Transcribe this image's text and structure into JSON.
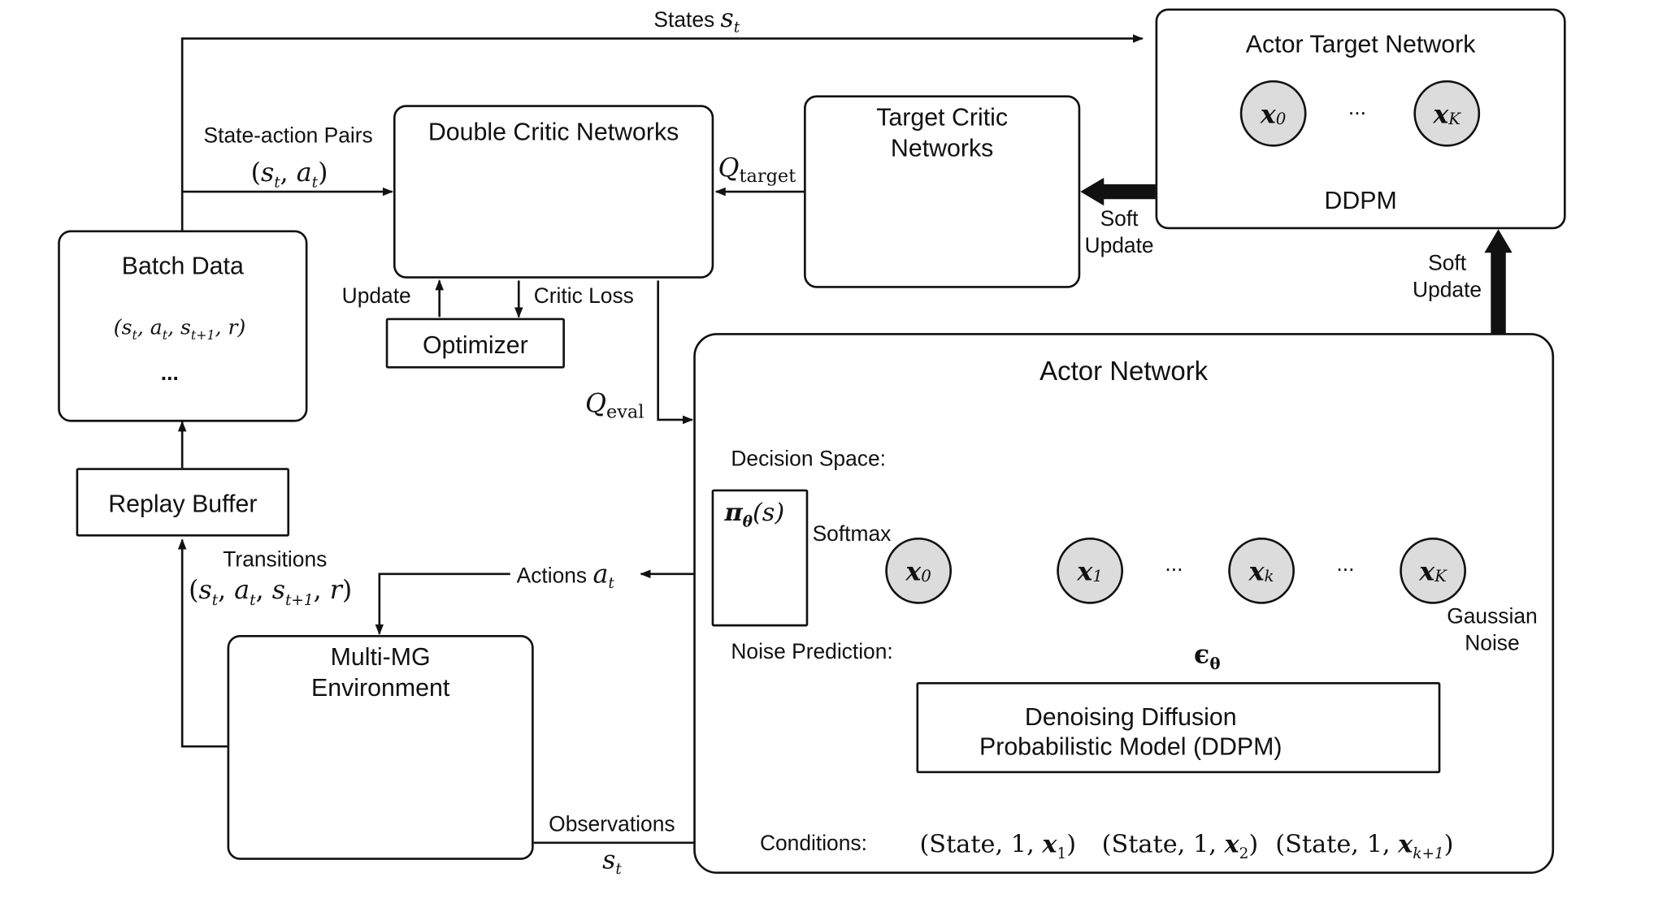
{
  "arrows": {
    "states": "States",
    "states_sym": "s",
    "states_sub": "t",
    "state_action_pairs": "State-action Pairs",
    "state_action_expr": "(s",
    "q_target": "Q",
    "q_target_sub": "target",
    "q_eval": "Q",
    "q_eval_sub": "eval",
    "update": "Update",
    "critic_loss": "Critic Loss",
    "soft_update_1": "Soft\nUpdate",
    "soft_update_2": "Soft\nUpdate",
    "transitions": "Transitions",
    "actions": "Actions",
    "actions_sym": "a",
    "actions_sub": "t",
    "observations": "Observations",
    "obs_sym": "s",
    "obs_sub": "t"
  },
  "boxes": {
    "batch_data": "Batch Data",
    "batch_tuple": "(s",
    "batch_dots": "...",
    "replay_buffer": "Replay Buffer",
    "double_critic": "Double Critic Networks",
    "optimizer": "Optimizer",
    "target_critic": "Target Critic\nNetworks",
    "actor_target": "Actor Target Network",
    "ddpm_short": "DDPM",
    "actor_network": "Actor Network",
    "multi_mg": "Multi-MG\nEnvironment",
    "denoising": "Denoising Diffusion\nProbabilistic Model (DDPM)"
  },
  "actor": {
    "decision_space": "Decision Space:",
    "softmax": "Softmax",
    "noise_prediction": "Noise Prediction:",
    "gaussian_noise": "Gaussian\nNoise",
    "conditions": "Conditions:",
    "policy_pi": "π",
    "policy_sub": "θ",
    "policy_arg": "(s)",
    "epsilon": "ϵ",
    "epsilon_sub": "θ",
    "dots": "...",
    "cond_1_sub": "1",
    "cond_2_sub": "2",
    "cond_3_sub": "k+1",
    "state_word": "State"
  },
  "nodes": {
    "x": "x",
    "sub_0": "0",
    "sub_1": "1",
    "sub_k": "k",
    "sub_K": "K"
  }
}
